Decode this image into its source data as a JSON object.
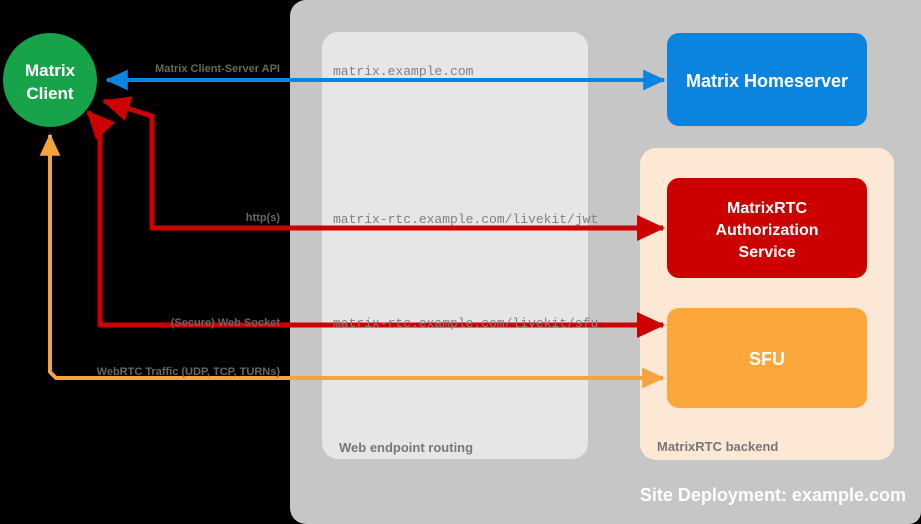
{
  "diagram": {
    "background": "#000000",
    "site_deployment": {
      "label": "Site Deployment: example.com",
      "color": "#c6c6c6"
    },
    "groups": [
      {
        "id": "web-endpoint-routing",
        "label": "Web endpoint routing",
        "color": "#e6e6e6"
      },
      {
        "id": "matrixrtc-backend",
        "label": "MatrixRTC backend",
        "color": "#fce8d4"
      }
    ],
    "nodes": [
      {
        "id": "matrix-client",
        "label_line1": "Matrix",
        "label_line2": "Client",
        "shape": "circle",
        "color": "#17a34a"
      },
      {
        "id": "matrix-homeserver",
        "label": "Matrix Homeserver",
        "shape": "rect",
        "color": "#0b84e0"
      },
      {
        "id": "matrixrtc-authorization-service",
        "label_line1": "MatrixRTC",
        "label_line2": "Authorization",
        "label_line3": "Service",
        "shape": "rect",
        "color": "#cc0000"
      },
      {
        "id": "sfu",
        "label": "SFU",
        "shape": "rect",
        "color": "#fba73c"
      }
    ],
    "flows": [
      {
        "id": "client-server-api",
        "label": "Matrix Client-Server API",
        "endpoint": "matrix.example.com",
        "color": "#0b84e0",
        "direction": "bidirectional"
      },
      {
        "id": "livekit-jwt",
        "label": "http(s)",
        "endpoint": "matrix-rtc.example.com/livekit/jwt",
        "color": "#cc0000",
        "direction": "bidirectional"
      },
      {
        "id": "livekit-sfu",
        "label": "(Secure) Web Socket",
        "endpoint": "matrix-rtc.example.com/livekit/sfu",
        "color": "#cc0000",
        "direction": "bidirectional"
      },
      {
        "id": "webrtc-traffic",
        "label": "WebRTC Traffic (UDP, TCP, TURNs)",
        "endpoint": "",
        "color": "#f5a33c",
        "direction": "bidirectional"
      }
    ]
  }
}
